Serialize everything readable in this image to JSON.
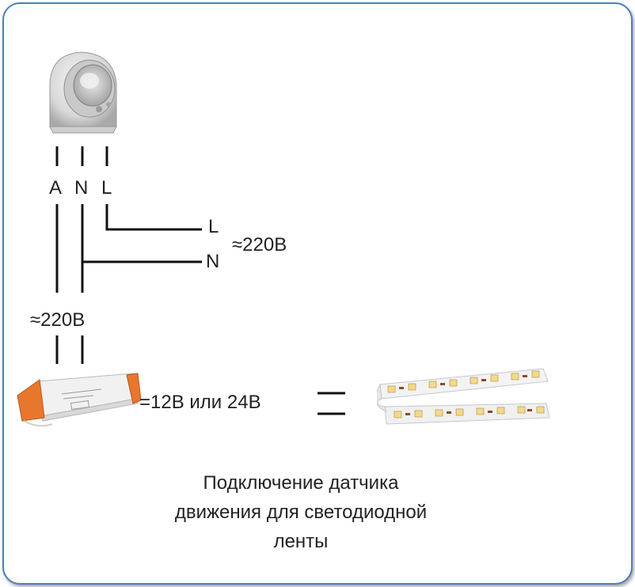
{
  "diagram": {
    "sensor_terminals": [
      "A",
      "N",
      "L"
    ],
    "mains_right": {
      "line_L": "L",
      "line_N": "N",
      "voltage": "≈220В"
    },
    "mains_left_voltage": "≈220В",
    "dc_output_label": "=12В или 24В",
    "caption_lines": [
      "Подключение датчика",
      "движения для светодиодной",
      "ленты"
    ]
  },
  "icons": {
    "sensor": "motion-sensor-icon",
    "driver": "led-driver-icon",
    "strip": "led-strip-icon",
    "dc": "dc-symbol-icon"
  },
  "colors": {
    "frame": "#4a7fc1",
    "wire": "#111111",
    "driver_cap": "#e8772e"
  }
}
